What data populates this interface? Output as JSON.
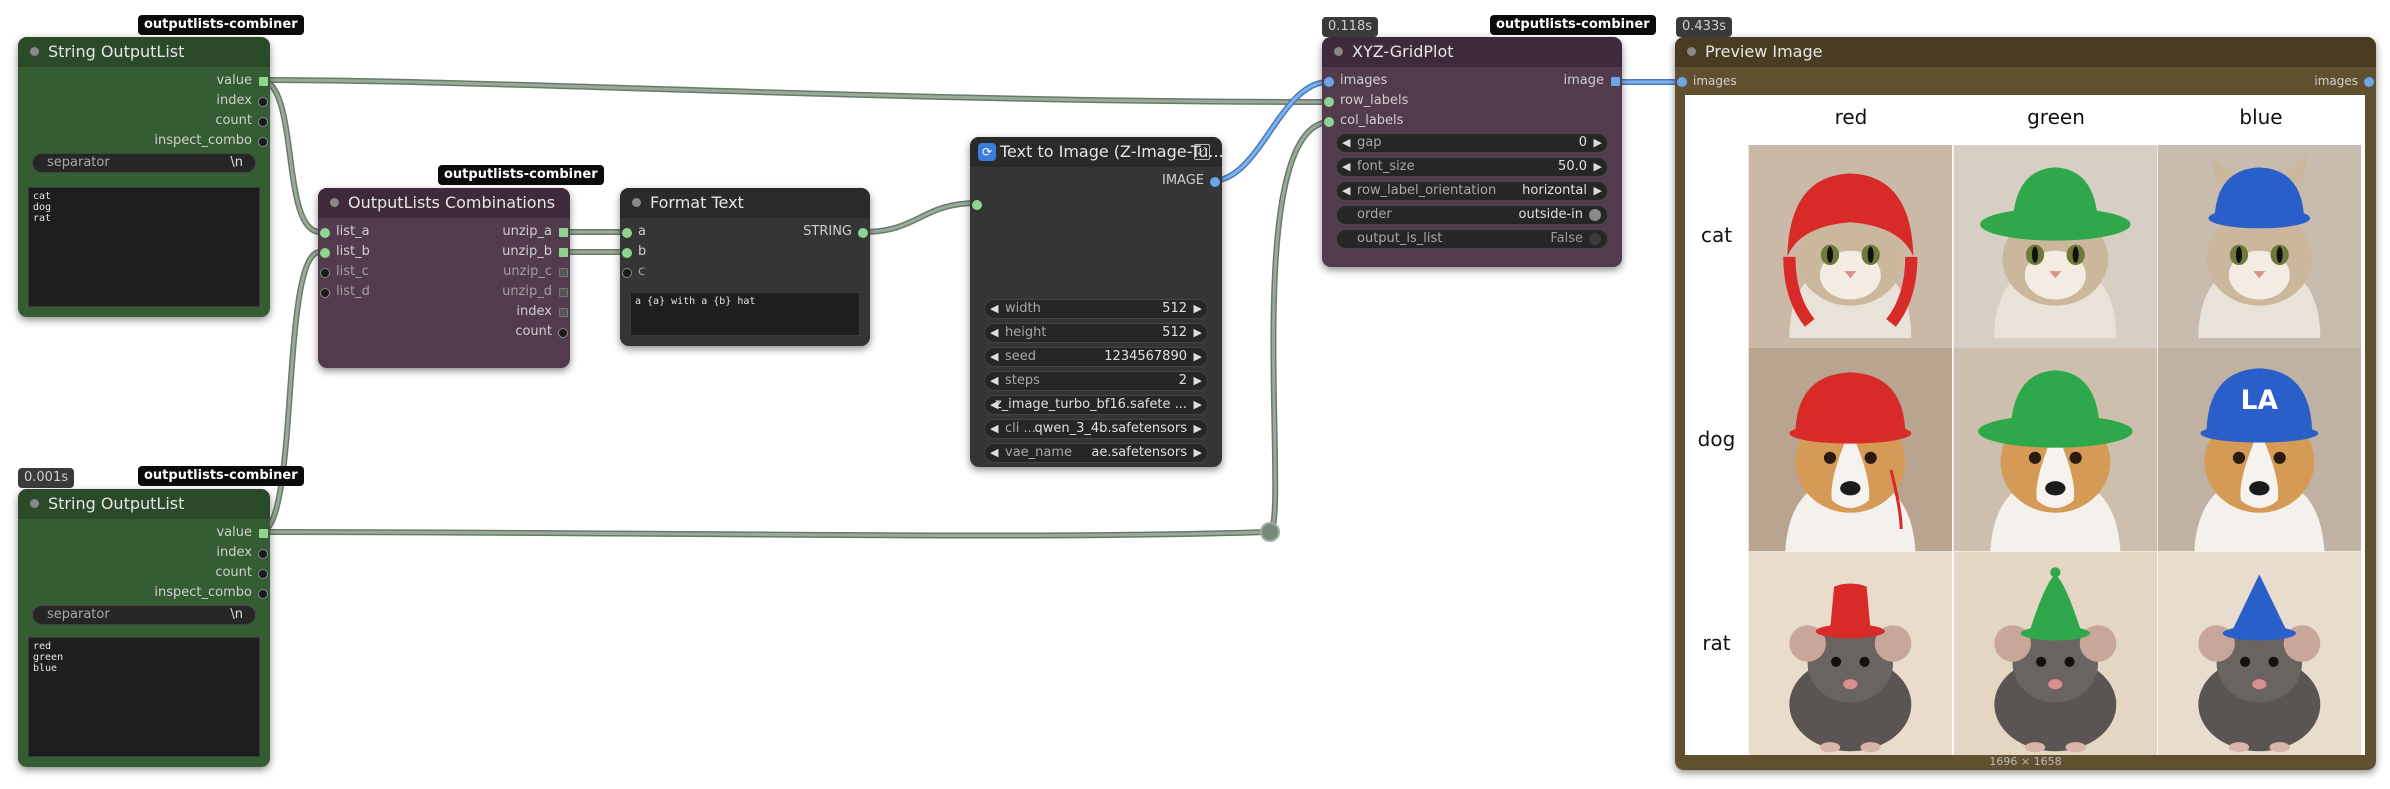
{
  "nodes": {
    "string_list_1": {
      "badge": "outputlists-combiner",
      "title": "String OutputList",
      "outputs": [
        "value",
        "index",
        "count",
        "inspect_combo"
      ],
      "separator_label": "separator",
      "separator_value": "\\n",
      "text": "cat\ndog\nrat"
    },
    "string_list_2": {
      "time": "0.001s",
      "badge": "outputlists-combiner",
      "title": "String OutputList",
      "outputs": [
        "value",
        "index",
        "count",
        "inspect_combo"
      ],
      "separator_label": "separator",
      "separator_value": "\\n",
      "text": "red\ngreen\nblue"
    },
    "combinations": {
      "badge": "outputlists-combiner",
      "title": "OutputLists Combinations",
      "inputs": [
        "list_a",
        "list_b",
        "list_c",
        "list_d"
      ],
      "outputs": [
        "unzip_a",
        "unzip_b",
        "unzip_c",
        "unzip_d",
        "index",
        "count"
      ]
    },
    "format_text": {
      "title": "Format Text",
      "inputs": [
        "a",
        "b",
        "c"
      ],
      "output": "STRING",
      "template": "a {a} with a {b} hat"
    },
    "text_to_image": {
      "title": "Text to Image (Z-Image-Tu...",
      "output": "IMAGE",
      "widgets": [
        {
          "label": "width",
          "value": "512"
        },
        {
          "label": "height",
          "value": "512"
        },
        {
          "label": "seed",
          "value": "1234567890"
        },
        {
          "label": "steps",
          "value": "2"
        },
        {
          "label": "",
          "value": "z_image_turbo_bf16.safete ..."
        },
        {
          "label": "cli ...",
          "value": "qwen_3_4b.safetensors"
        },
        {
          "label": "vae_name",
          "value": "ae.safetensors"
        }
      ]
    },
    "xyz_gridplot": {
      "time": "0.118s",
      "badge": "outputlists-combiner",
      "title": "XYZ-GridPlot",
      "inputs": [
        "images",
        "row_labels",
        "col_labels"
      ],
      "output": "image",
      "widgets": [
        {
          "label": "gap",
          "value": "0"
        },
        {
          "label": "font_size",
          "value": "50.0"
        },
        {
          "label": "row_label_orientation",
          "value": "horizontal"
        },
        {
          "label": "order",
          "value": "outside-in"
        },
        {
          "label": "output_is_list",
          "value": "False"
        }
      ]
    },
    "preview_image": {
      "time": "0.433s",
      "title": "Preview Image",
      "input": "images",
      "output": "images",
      "col_headers": [
        "red",
        "green",
        "blue"
      ],
      "row_headers": [
        "cat",
        "dog",
        "rat"
      ],
      "caption": "1696 × 1658"
    }
  },
  "colors": {
    "green_node": "#345d33",
    "purple_node": "#533b4e",
    "dark_node": "#353535",
    "brown_node": "#60502f",
    "wire_gray": "#8a9a8a",
    "wire_blue": "#6aa6e8",
    "hat_red": "#d92a2a",
    "hat_green": "#2ea84a",
    "hat_blue": "#2a5fc9"
  }
}
